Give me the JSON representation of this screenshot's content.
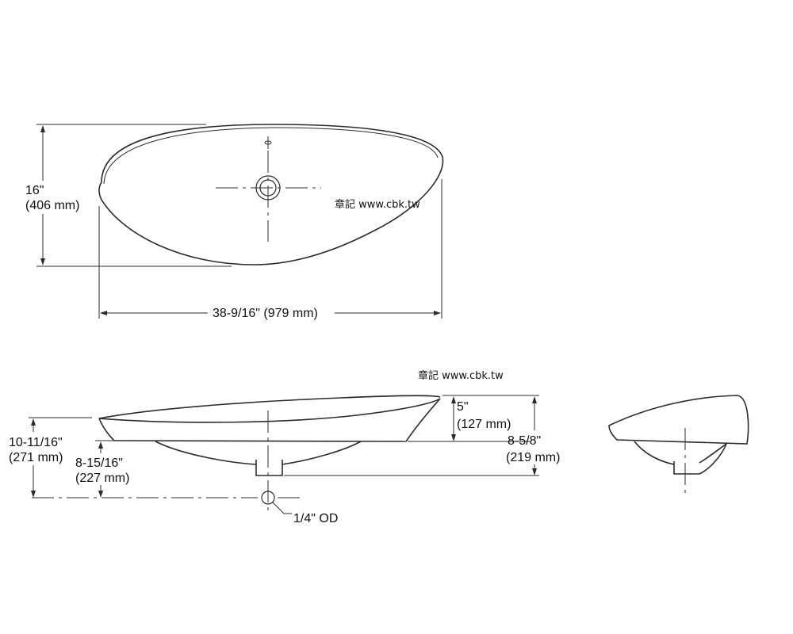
{
  "top_view": {
    "depth_label": "16\"",
    "depth_label_mm": "(406 mm)",
    "width_label": "38-9/16\" (979 mm)"
  },
  "side_view": {
    "overall_height_label": "10-11/16\"",
    "overall_height_mm": "(271 mm)",
    "drain_height_label": "8-15/16\"",
    "drain_height_mm": "(227 mm)",
    "rim_height_label": "5\"",
    "rim_height_mm": "(127 mm)",
    "bowl_height_label": "8-5/8\"",
    "bowl_height_mm": "(219 mm)",
    "outlet_label": "1/4\" OD"
  },
  "watermarks": [
    "章記 www.cbk.tw",
    "章記 www.cbk.tw"
  ]
}
